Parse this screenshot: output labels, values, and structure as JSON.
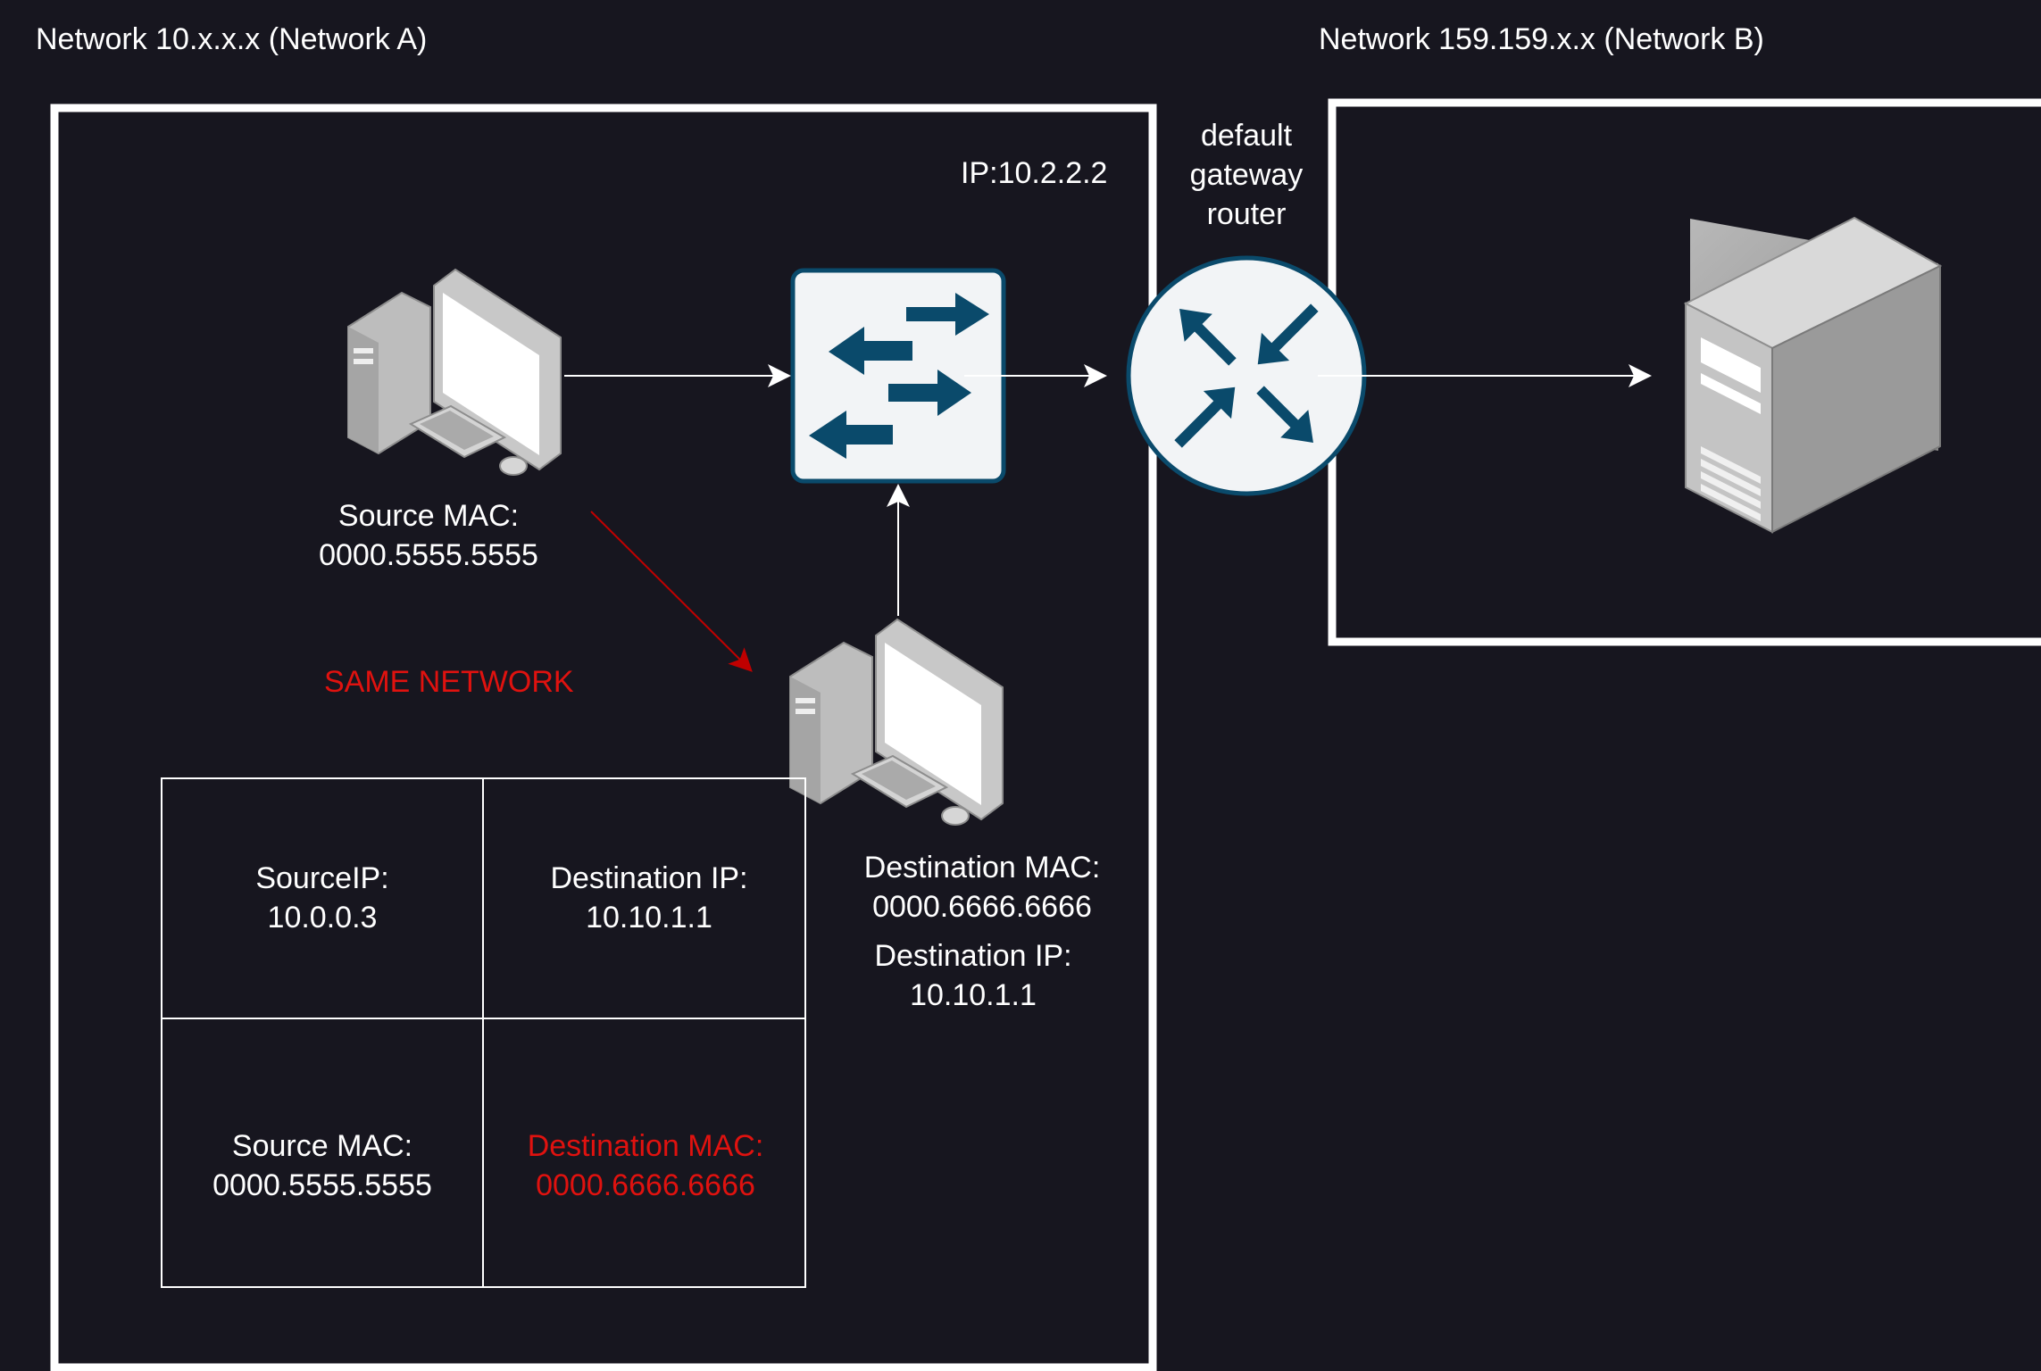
{
  "network_a": {
    "title": "Network 10.x.x.x (Network A)",
    "switch_ip": "IP:10.2.2.2",
    "source_host": {
      "mac_label": "Source MAC:",
      "mac_value": "0000.5555.5555"
    },
    "same_network_label": "SAME NETWORK",
    "dest_host": {
      "mac_label": "Destination MAC:",
      "mac_value": "0000.6666.6666",
      "ip_label": "Destination IP:",
      "ip_value": "10.10.1.1"
    },
    "frame_table": {
      "source_ip_label": "SourceIP:",
      "source_ip_value": "10.0.0.3",
      "dest_ip_label": "Destination IP:",
      "dest_ip_value": "10.10.1.1",
      "source_mac_label": "Source MAC:",
      "source_mac_value": "0000.5555.5555",
      "dest_mac_label": "Destination MAC:",
      "dest_mac_value": "0000.6666.6666"
    }
  },
  "router": {
    "label_line1": "default",
    "label_line2": "gateway",
    "label_line3": "router"
  },
  "network_b": {
    "title": "Network 159.159.x.x (Network B)"
  },
  "colors": {
    "background": "#17161f",
    "border": "#ffffff",
    "accent_red": "#e0120f",
    "icon_blue": "#0a4a6b"
  },
  "icons": [
    "desktop-computer-icon",
    "network-switch-icon",
    "router-icon",
    "server-icon"
  ]
}
